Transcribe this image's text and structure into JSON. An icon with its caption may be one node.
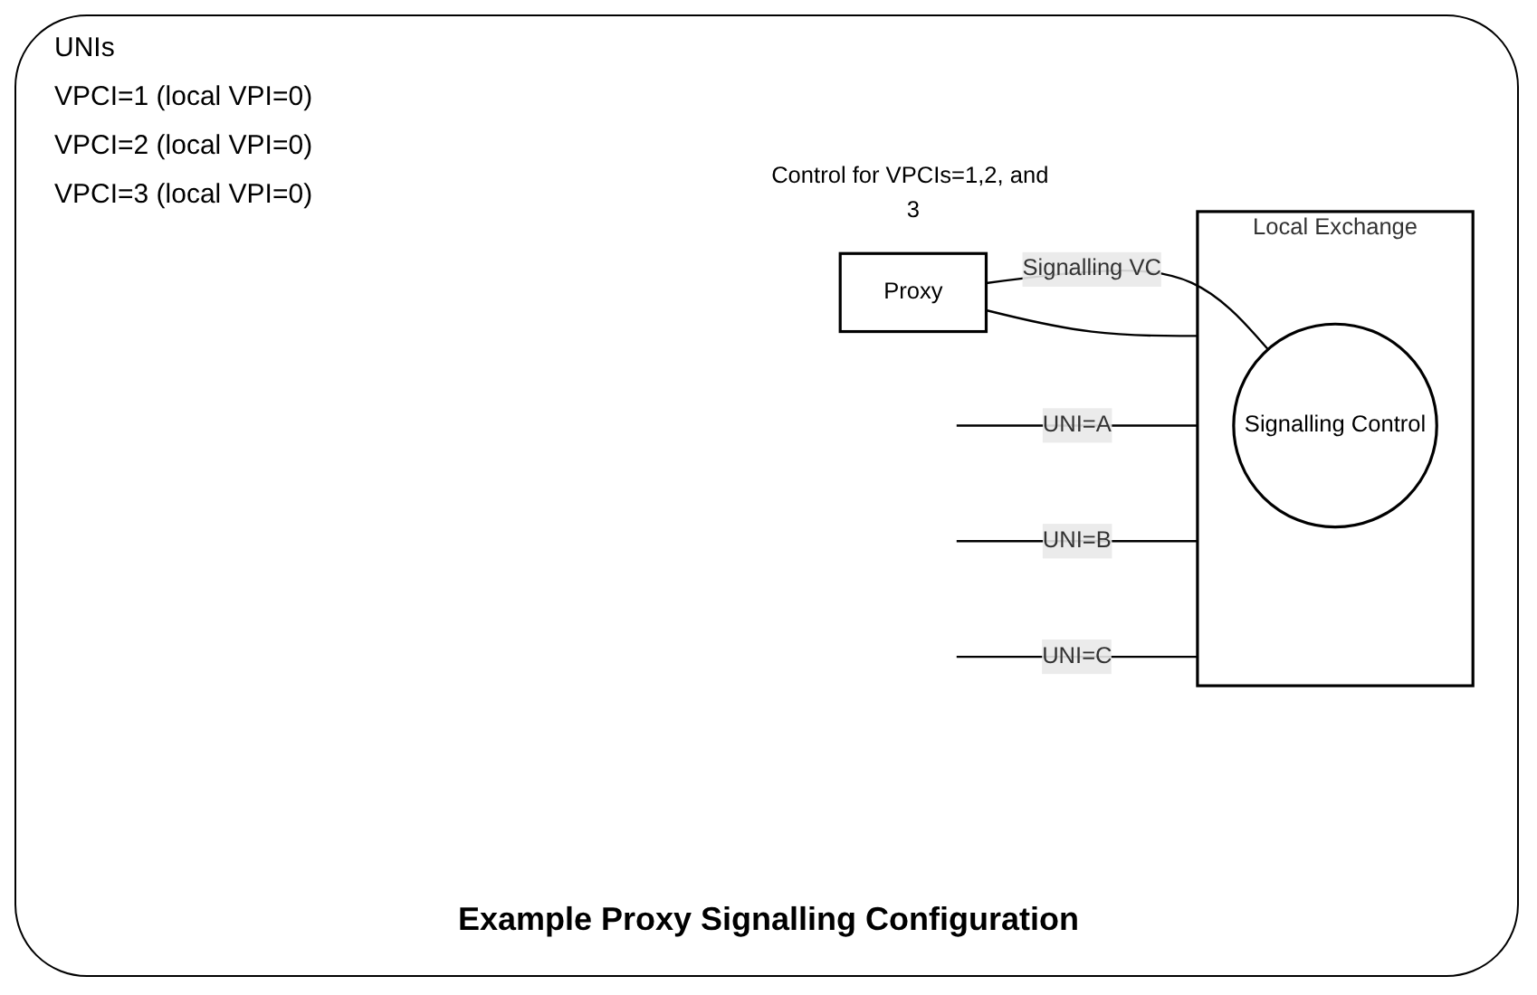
{
  "diagram": {
    "caption": "Example Proxy Signalling Configuration",
    "nodes": [
      {
        "text": [
          "Proxy"
        ],
        "beside": [
          "Control for VPCIs=1,2, and 3"
        ]
      },
      {
        "text": [
          "Local Exchange"
        ]
      },
      {
        "text": [
          "Signalling Control"
        ],
        "in": 1
      }
    ],
    "edges": [
      {
        "from": 0,
        "to": 2,
        "arrow": "none",
        "label": "Signalling VC"
      },
      {
        "from": 0,
        "to": 1,
        "arrow": "none"
      },
      {
        "from": null,
        "to": 1,
        "arrow": "none",
        "label": "UNI=A"
      },
      {
        "from": null,
        "to": 1,
        "arrow": "none",
        "label": "UNI=B"
      },
      {
        "from": null,
        "to": 1,
        "arrow": "none",
        "label": "UNI=C"
      }
    ],
    "labels": [
      "UNIs",
      "VPCI=1 (local VPI=0)",
      "VPCI=2 (local VPI=0)",
      "VPCI=3 (local VPI=0)"
    ]
  }
}
